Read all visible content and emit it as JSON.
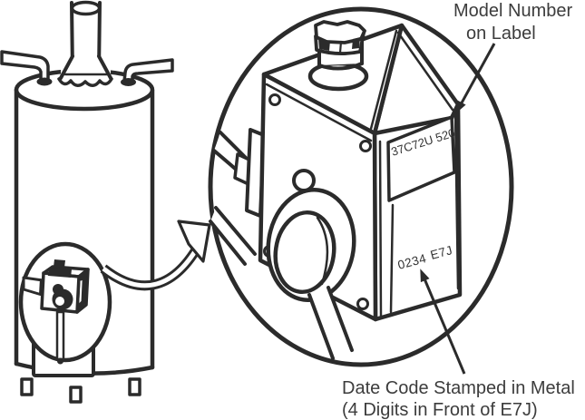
{
  "callouts": {
    "model_number": {
      "line1": "Model Number",
      "line2": "on Label"
    },
    "date_code": {
      "line1": "Date Code Stamped in Metal",
      "line2": "(4 Digits in Front of E7J)"
    }
  },
  "valve_markings": {
    "model_label": "37C72U 520",
    "date_stamp_digits": "0234",
    "date_stamp_code": "E7J"
  },
  "colors": {
    "background": "#ffffff",
    "line_ink": "#2b2b2b",
    "callout_text": "#3c3c3c"
  }
}
